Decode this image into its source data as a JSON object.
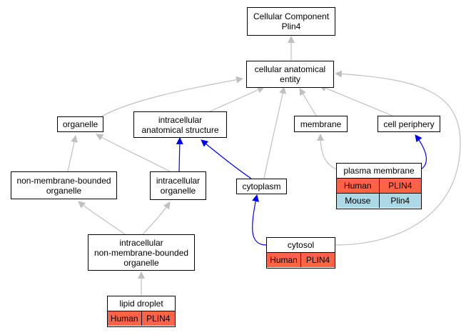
{
  "colors": {
    "is_a_edge": "#c0c0c0",
    "part_of_edge": "#0000ff",
    "human": "#ff6347",
    "mouse": "#add8e6"
  },
  "nodes": {
    "root": "Cellular Component\nPlin4",
    "cae": "cellular anatomical\nentity",
    "organelle": "organelle",
    "ias": "intracellular\nanatomical structure",
    "membrane": "membrane",
    "cell_periphery": "cell periphery",
    "nmbo": "non-membrane-bounded\norganelle",
    "io": "intracellular\norganelle",
    "cytoplasm": "cytoplasm",
    "inmbo": "intracellular\nnon-membrane-bounded\norganelle"
  },
  "annotated": {
    "plasma_membrane": {
      "label": "plasma membrane",
      "rows": [
        {
          "species": "Human",
          "gene": "PLIN4"
        },
        {
          "species": "Mouse",
          "gene": "Plin4"
        }
      ]
    },
    "cytosol": {
      "label": "cytosol",
      "rows": [
        {
          "species": "Human",
          "gene": "PLIN4"
        }
      ]
    },
    "lipid_droplet": {
      "label": "lipid droplet",
      "rows": [
        {
          "species": "Human",
          "gene": "PLIN4"
        }
      ]
    }
  }
}
